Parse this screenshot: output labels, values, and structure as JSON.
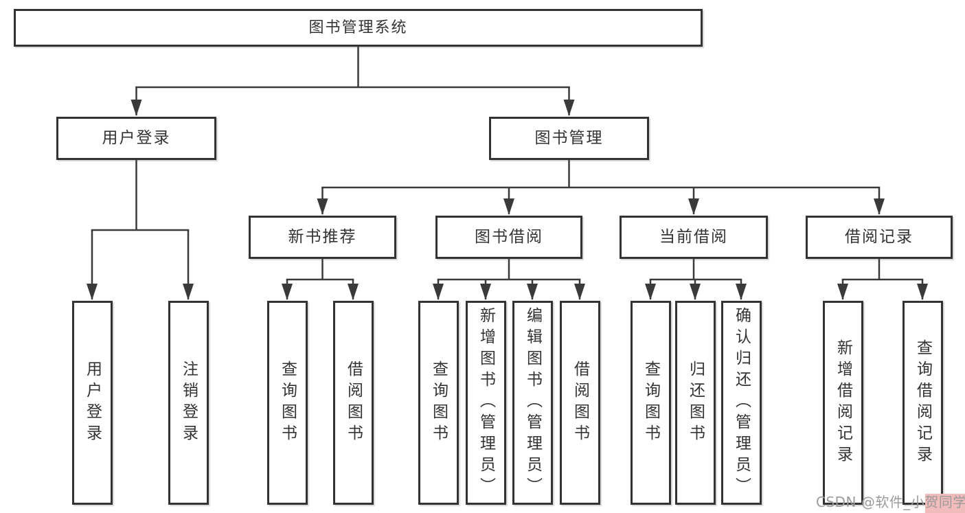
{
  "diagram": {
    "type": "hierarchy-tree",
    "title": "图书管理系统",
    "colors": {
      "background": "#ffffff",
      "box_fill": "#ffffff",
      "box_border": "#333333",
      "line": "#3a3a3a",
      "text": "#333333",
      "watermark_text": "#9b9b9b",
      "watermark_highlight": "#f2bcbc"
    },
    "nodes": {
      "root": {
        "label": "图书管理系统"
      },
      "userLogin": {
        "label": "用户登录"
      },
      "bookMgmt": {
        "label": "图书管理"
      },
      "newBookRec": {
        "label": "新书推荐"
      },
      "bookBorrow": {
        "label": "图书借阅"
      },
      "currentBorrow": {
        "label": "当前借阅"
      },
      "borrowRecords": {
        "label": "借阅记录"
      },
      "leafUserLogin": {
        "label": "用户登录"
      },
      "leafLogout": {
        "label": "注销登录"
      },
      "leafNbQuery": {
        "label": "查询图书"
      },
      "leafNbBorrow": {
        "label": "借阅图书"
      },
      "leafBbQuery": {
        "label": "查询图书"
      },
      "leafBbAdd": {
        "label": "新增图书（管理员）"
      },
      "leafBbEdit": {
        "label": "编辑图书（管理员）"
      },
      "leafBbBorrow": {
        "label": "借阅图书"
      },
      "leafCbQuery": {
        "label": "查询图书"
      },
      "leafCbReturn": {
        "label": "归还图书"
      },
      "leafCbConfirm": {
        "label": "确认归还（管理员）"
      },
      "leafBrAdd": {
        "label": "新增借阅记录"
      },
      "leafBrQuery": {
        "label": "查询借阅记录"
      }
    },
    "structure": [
      {
        "parent": "图书管理系统",
        "children": [
          "用户登录",
          "图书管理"
        ]
      },
      {
        "parent": "用户登录",
        "children": [
          "用户登录",
          "注销登录"
        ]
      },
      {
        "parent": "图书管理",
        "children": [
          "新书推荐",
          "图书借阅",
          "当前借阅",
          "借阅记录"
        ]
      },
      {
        "parent": "新书推荐",
        "children": [
          "查询图书",
          "借阅图书"
        ]
      },
      {
        "parent": "图书借阅",
        "children": [
          "查询图书",
          "新增图书（管理员）",
          "编辑图书（管理员）",
          "借阅图书"
        ]
      },
      {
        "parent": "当前借阅",
        "children": [
          "查询图书",
          "归还图书",
          "确认归还（管理员）"
        ]
      },
      {
        "parent": "借阅记录",
        "children": [
          "新增借阅记录",
          "查询借阅记录"
        ]
      }
    ],
    "watermark": {
      "text": "CSDN @软件_小贺同学"
    }
  }
}
